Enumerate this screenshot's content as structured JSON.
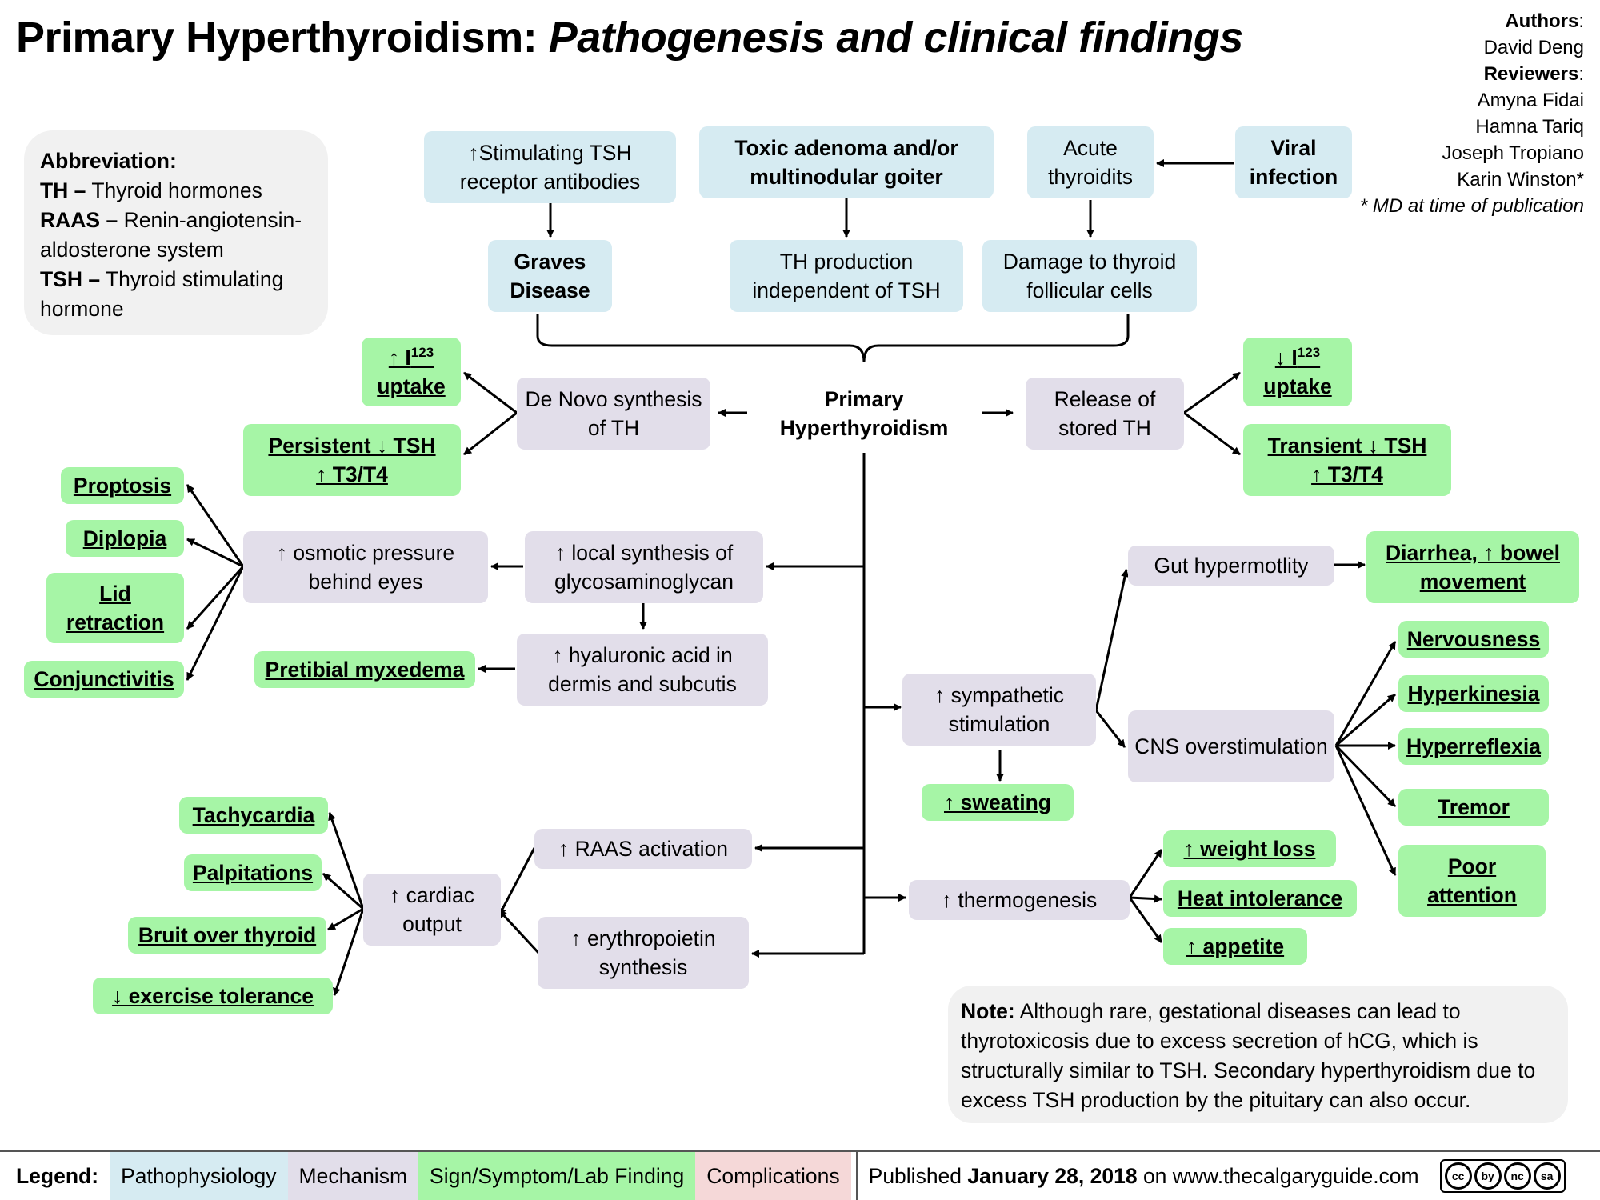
{
  "title": {
    "main": "Primary Hyperthyroidism:",
    "italic": "Pathogenesis and clinical findings"
  },
  "authors": {
    "authors_label": "Authors",
    "author": "David Deng",
    "reviewers_label": "Reviewers",
    "reviewers": [
      "Amyna Fidai",
      "Hamna Tariq",
      "Joseph Tropiano",
      "Karin Winston*"
    ],
    "md_note": "* MD at time of publication"
  },
  "abbreviation": {
    "heading": "Abbreviation:",
    "items": [
      {
        "abbr": "TH –",
        "text": "Thyroid hormones"
      },
      {
        "abbr": "RAAS –",
        "text": "Renin-angiotensin-aldosterone system"
      },
      {
        "abbr": "TSH –",
        "text": "Thyroid stimulating hormone"
      }
    ]
  },
  "causes": {
    "stim_tsh": "↑Stimulating TSH receptor antibodies",
    "graves": "Graves Disease",
    "toxic": "Toxic adenoma and/or multinodular goiter",
    "th_production": "TH production independent of TSH",
    "acute": "Acute thyroidits",
    "viral": "Viral infection",
    "damage": "Damage to thyroid follicular cells"
  },
  "central": {
    "primary": "Primary Hyperthyroidism",
    "de_novo": "De Novo synthesis of TH",
    "release": "Release of stored TH"
  },
  "findings_left_top": {
    "i123_up_arrow": "↑ I",
    "i123_sup": "123",
    "i123_uptake": "uptake",
    "persistent": "Persistent ↓ TSH",
    "persistent_t3t4": "↑ T3/T4"
  },
  "findings_right_top": {
    "i123_down_arrow": "↓ I",
    "i123_sup": "123",
    "i123_uptake": "uptake",
    "transient": "Transient ↓ TSH",
    "transient_t3t4": "↑ T3/T4"
  },
  "eye": {
    "local_synthesis": "↑ local synthesis of glycosaminoglycan",
    "osmotic": "↑ osmotic pressure behind eyes",
    "hyaluronic": "↑ hyaluronic acid in dermis and subcutis",
    "pretibial": "Pretibial myxedema",
    "signs": [
      "Proptosis",
      "Diplopia",
      "Lid retraction",
      "Conjunctivitis"
    ]
  },
  "cardiac": {
    "raas": "↑ RAAS activation",
    "epo": "↑ erythropoietin synthesis",
    "output": "↑ cardiac output",
    "signs": [
      "Tachycardia",
      "Palpitations",
      "Bruit over thyroid",
      "↓ exercise tolerance"
    ]
  },
  "sympathetic": {
    "stim": "↑ sympathetic stimulation",
    "sweating": "↑ sweating",
    "gut": "Gut hypermotlity",
    "diarrhea": "Diarrhea, ↑ bowel movement",
    "cns": "CNS overstimulation",
    "cns_signs": [
      "Nervousness",
      "Hyperkinesia",
      "Hyperreflexia",
      "Tremor",
      "Poor attention"
    ]
  },
  "thermo": {
    "label": "↑ thermogenesis",
    "signs": [
      "↑ weight loss",
      "Heat intolerance",
      "↑ appetite"
    ]
  },
  "note": {
    "label": "Note:",
    "text": "Although rare, gestational diseases can lead to thyrotoxicosis due to excess secretion of hCG, which is structurally similar to TSH. Secondary hyperthyroidism due to excess TSH production by the pituitary can also occur."
  },
  "legend": {
    "title": "Legend:",
    "items": [
      "Pathophysiology",
      "Mechanism",
      "Sign/Symptom/Lab Finding",
      "Complications"
    ],
    "published_prefix": "Published",
    "published_date": "January 28, 2018",
    "published_suffix": "on www.thecalgaryguide.com",
    "license_badge": [
      "cc",
      "by",
      "nc",
      "sa"
    ]
  },
  "colors": {
    "pathophysiology": "#d6ebf2",
    "mechanism": "#e2deea",
    "sign": "#a6f5a6",
    "complications": "#f5d8d8"
  }
}
